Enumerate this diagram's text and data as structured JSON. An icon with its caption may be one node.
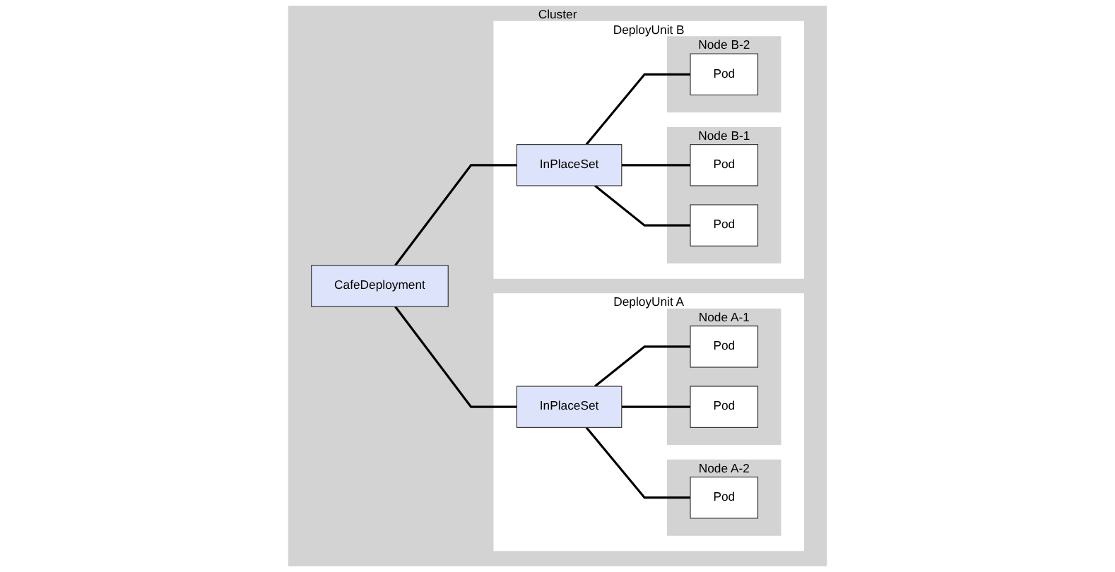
{
  "diagram": {
    "nodes": [
      {
        "text": [
          "Cluster"
        ]
      },
      {
        "text": [
          "CafeDeployment"
        ],
        "in": 0
      },
      {
        "text": [
          "DeployUnit A"
        ],
        "in": 0
      },
      {
        "text": [
          "InPlaceSet"
        ],
        "in": 2
      },
      {
        "text": [
          "Node A-1"
        ],
        "in": 2
      },
      {
        "text": [
          "Pod"
        ],
        "in": 4
      },
      {
        "text": [
          "Pod"
        ],
        "in": 4
      },
      {
        "text": [
          "Node A-2"
        ],
        "in": 2
      },
      {
        "text": [
          "Pod"
        ],
        "in": 7
      },
      {
        "text": [
          "DeployUnit B"
        ],
        "in": 0
      },
      {
        "text": [
          "InPlaceSet"
        ],
        "in": 9
      },
      {
        "text": [
          "Node B-1"
        ],
        "in": 9
      },
      {
        "text": [
          "Pod"
        ],
        "in": 11
      },
      {
        "text": [
          "Pod"
        ],
        "in": 11
      },
      {
        "text": [
          "Node B-2"
        ],
        "in": 9
      },
      {
        "text": [
          "Pod"
        ],
        "in": 14
      }
    ],
    "edges": [
      {
        "from": 1,
        "to": 3,
        "arrow": "none"
      },
      {
        "from": 1,
        "to": 10,
        "arrow": "none"
      },
      {
        "from": 3,
        "to": 5,
        "arrow": "none"
      },
      {
        "from": 3,
        "to": 6,
        "arrow": "none"
      },
      {
        "from": 3,
        "to": 8,
        "arrow": "none"
      },
      {
        "from": 10,
        "to": 12,
        "arrow": "none"
      },
      {
        "from": 10,
        "to": 13,
        "arrow": "none"
      },
      {
        "from": 10,
        "to": 15,
        "arrow": "none"
      }
    ]
  }
}
